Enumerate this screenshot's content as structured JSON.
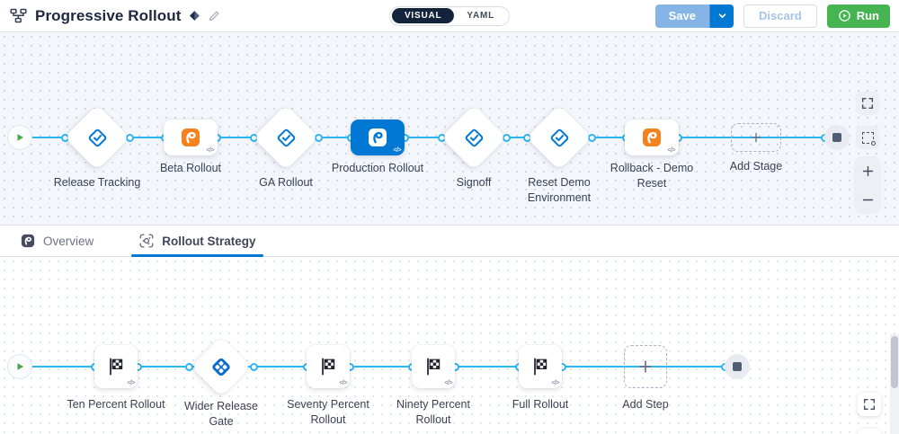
{
  "header": {
    "title": "Progressive Rollout",
    "toggle": {
      "visual": "VISUAL",
      "yaml": "YAML"
    },
    "buttons": {
      "save": "Save",
      "discard": "Discard",
      "run": "Run"
    }
  },
  "stage_pipeline": {
    "code_badge": "</>",
    "nodes": [
      {
        "label": "Release Tracking",
        "type": "approval"
      },
      {
        "label": "Beta Rollout",
        "type": "feature-flag"
      },
      {
        "label": "GA Rollout",
        "type": "approval"
      },
      {
        "label": "Production Rollout",
        "type": "feature-flag",
        "selected": true
      },
      {
        "label": "Signoff",
        "type": "approval"
      },
      {
        "label": "Reset Demo Environment",
        "type": "approval"
      },
      {
        "label": "Rollback - Demo Reset",
        "type": "feature-flag"
      },
      {
        "label": "Add Stage",
        "type": "add"
      }
    ]
  },
  "tabs": [
    {
      "label": "Overview",
      "active": false
    },
    {
      "label": "Rollout Strategy",
      "active": true
    }
  ],
  "step_pipeline": {
    "code_badge": "</>",
    "nodes": [
      {
        "label": "Ten Percent Rollout",
        "type": "rollout-flag"
      },
      {
        "label": "Wider Release Gate",
        "type": "gate"
      },
      {
        "label": "Seventy Percent Rollout",
        "type": "rollout-flag"
      },
      {
        "label": "Ninety Percent Rollout",
        "type": "rollout-flag"
      },
      {
        "label": "Full Rollout",
        "type": "rollout-flag"
      },
      {
        "label": "Add Step",
        "type": "add"
      }
    ]
  },
  "colors": {
    "accent_blue": "#0278d5",
    "connector_blue": "#2bb5f4",
    "run_green": "#46b551",
    "flag_orange": "#f5811f",
    "canvas_tint": "#f3f7fc"
  }
}
